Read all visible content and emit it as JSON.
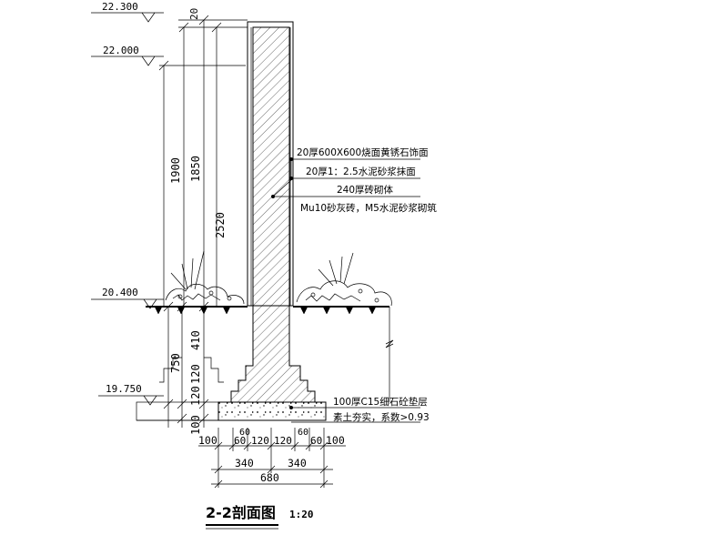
{
  "title": {
    "label": "2-2剖面图",
    "scale": "1:20"
  },
  "elevations": {
    "top": "22.300",
    "second": "22.000",
    "ground": "20.400",
    "footing": "19.750"
  },
  "vertical_dims": {
    "top_finish": "20",
    "height_1900": "1900",
    "height_1850": "1850",
    "height_2520": "2520",
    "below_410": "410",
    "below_750": "750",
    "step_120_a": "120",
    "step_120_b": "120",
    "base_100": "100"
  },
  "horizontal_dims": {
    "row1": [
      "100",
      "60",
      "60",
      "120",
      "120",
      "60",
      "60",
      "100"
    ],
    "row2": [
      "340",
      "340"
    ],
    "row3": "680"
  },
  "notes": {
    "n1": "20厚600X600烧面黄锈石饰面",
    "n2": "20厚1：2.5水泥砂浆抹面",
    "n3": "240厚砖砌体",
    "n4": "Mu10砂灰砖，M5水泥砂浆砌筑",
    "n5": "100厚C15细石砼垫层",
    "n6": "素土夯实，系数>0.93"
  }
}
